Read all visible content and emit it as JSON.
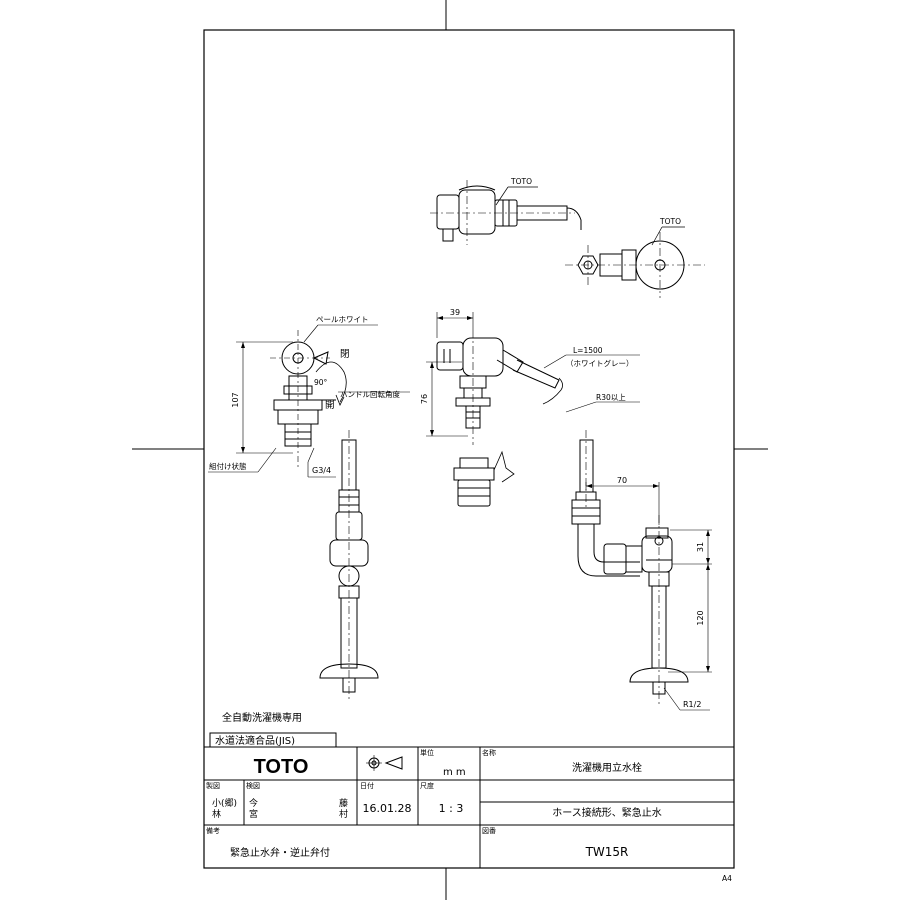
{
  "drawing": {
    "labels": {
      "toto_top": "TOTO",
      "toto_plan": "TOTO",
      "pale_white": "ペールホワイト",
      "close": "閉",
      "open": "開",
      "angle": "90°",
      "handle_angle": "ハンドル回転角度",
      "installed_state": "組付け状態",
      "thread_g": "G3/4",
      "hose_length": "L=1500",
      "hose_color": "（ホワイトグレー）",
      "bend_radius": "R30以上",
      "thread_r": "R1/2"
    },
    "dims": {
      "d39": "39",
      "d107": "107",
      "d76": "76",
      "d70": "70",
      "d31": "31",
      "d120": "120"
    }
  },
  "notes": {
    "dedicated": "全自動洗濯機専用",
    "compliance": "水道法適合品(JIS)"
  },
  "title_block": {
    "logo": "TOTO",
    "unit_label": "単位",
    "unit_value": "m m",
    "name_label": "名称",
    "name_value": "洗濯機用立水栓",
    "subtitle_value": "ホース接続形、緊急止水",
    "drawn_label": "製図",
    "drawn_value_1": "小(郷)",
    "drawn_value_2": "林",
    "checked_label": "検図",
    "checked_value_1": "今",
    "checked_value_2": "宮",
    "approved_value_1": "藤",
    "approved_value_2": "村",
    "date_label": "日付",
    "date_value": "16.01.28",
    "scale_label": "尺度",
    "scale_value": "1 : 3",
    "remarks_label": "備考",
    "remarks_value": "緊急止水弁・逆止弁付",
    "drawing_no_label": "図番",
    "drawing_no_value": "TW15R",
    "paper_size": "A4"
  },
  "icons": {
    "projection": "third-angle-projection-icon"
  }
}
